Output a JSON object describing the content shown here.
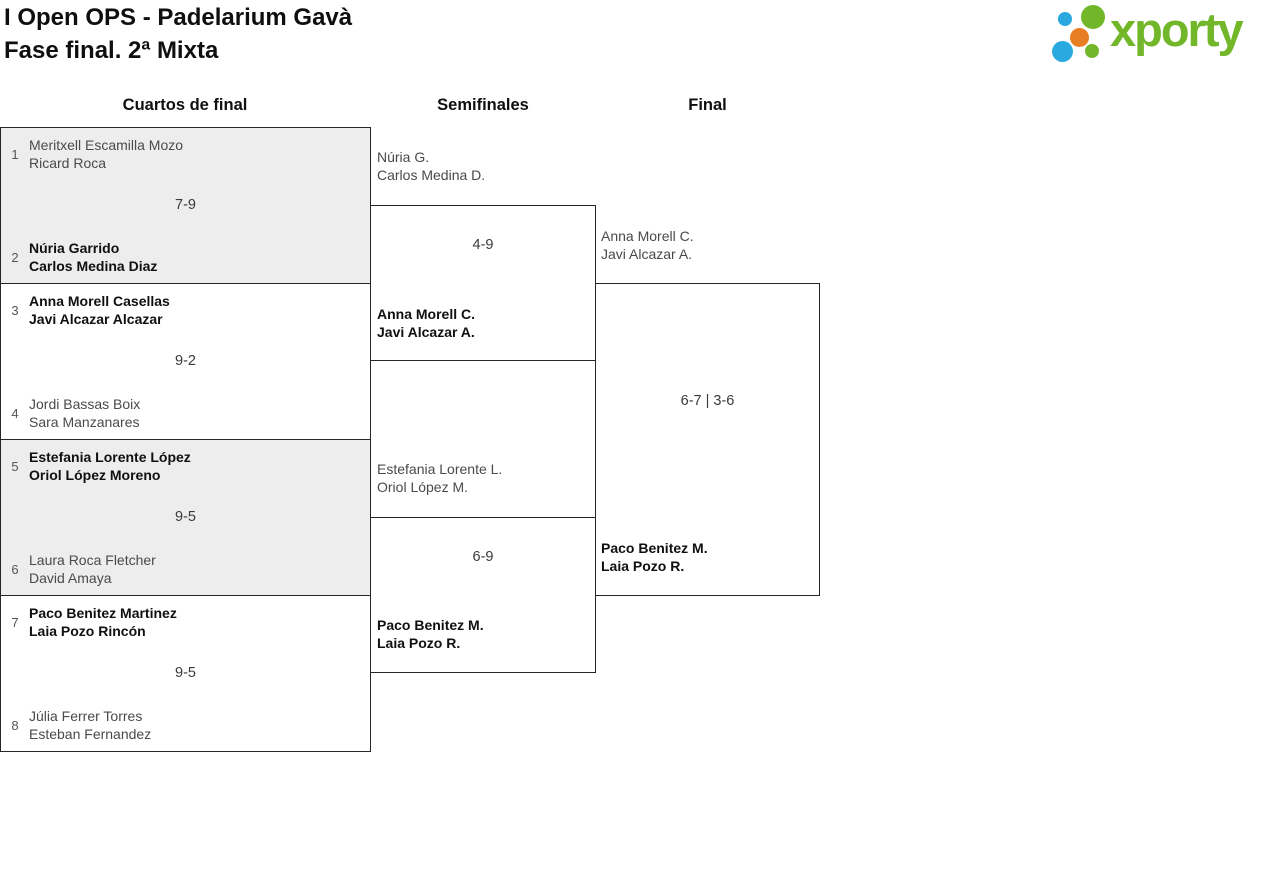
{
  "header": {
    "title_line1": "I Open OPS - Padelarium Gavà",
    "title_line2": "Fase final. 2ª Mixta",
    "logo_text": "xporty"
  },
  "colors": {
    "logo_green": "#72b629",
    "logo_blue": "#2aa9e0",
    "logo_orange": "#e87e23",
    "winner_text": "#101010",
    "loser_text": "#4a4a4a",
    "box_fill_alt": "#ededed",
    "border": "#262626"
  },
  "rounds": {
    "quarterfinals_label": "Cuartos de final",
    "semifinals_label": "Semifinales",
    "final_label": "Final"
  },
  "quarterfinals": [
    {
      "seed_top": "1",
      "top_p1": "Meritxell Escamilla Mozo",
      "top_p2": "Ricard Roca",
      "score": "7-9",
      "seed_bottom": "2",
      "bottom_p1": "Núria Garrido",
      "bottom_p2": "Carlos Medina Diaz",
      "winner": "bottom"
    },
    {
      "seed_top": "3",
      "top_p1": "Anna Morell Casellas",
      "top_p2": "Javi Alcazar Alcazar",
      "score": "9-2",
      "seed_bottom": "4",
      "bottom_p1": "Jordi Bassas Boix",
      "bottom_p2": "Sara Manzanares",
      "winner": "top"
    },
    {
      "seed_top": "5",
      "top_p1": "Estefania Lorente López",
      "top_p2": "Oriol López Moreno",
      "score": "9-5",
      "seed_bottom": "6",
      "bottom_p1": "Laura Roca Fletcher",
      "bottom_p2": "David Amaya",
      "winner": "top"
    },
    {
      "seed_top": "7",
      "top_p1": "Paco Benitez Martinez",
      "top_p2": "Laia Pozo Rincón",
      "score": "9-5",
      "seed_bottom": "8",
      "bottom_p1": "Júlia Ferrer Torres",
      "bottom_p2": "Esteban Fernandez",
      "winner": "top"
    }
  ],
  "semifinals": [
    {
      "top_p1": "Núria G.",
      "top_p2": "Carlos Medina D.",
      "score": "4-9",
      "bottom_p1": "Anna Morell C.",
      "bottom_p2": "Javi Alcazar A.",
      "winner": "bottom"
    },
    {
      "top_p1": "Estefania Lorente L.",
      "top_p2": "Oriol López M.",
      "score": "6-9",
      "bottom_p1": "Paco Benitez M.",
      "bottom_p2": "Laia Pozo R.",
      "winner": "bottom"
    }
  ],
  "final": {
    "top_p1": "Anna Morell C.",
    "top_p2": "Javi Alcazar A.",
    "score": "6-7 | 3-6",
    "bottom_p1": "Paco Benitez M.",
    "bottom_p2": "Laia Pozo R.",
    "winner": "bottom"
  }
}
